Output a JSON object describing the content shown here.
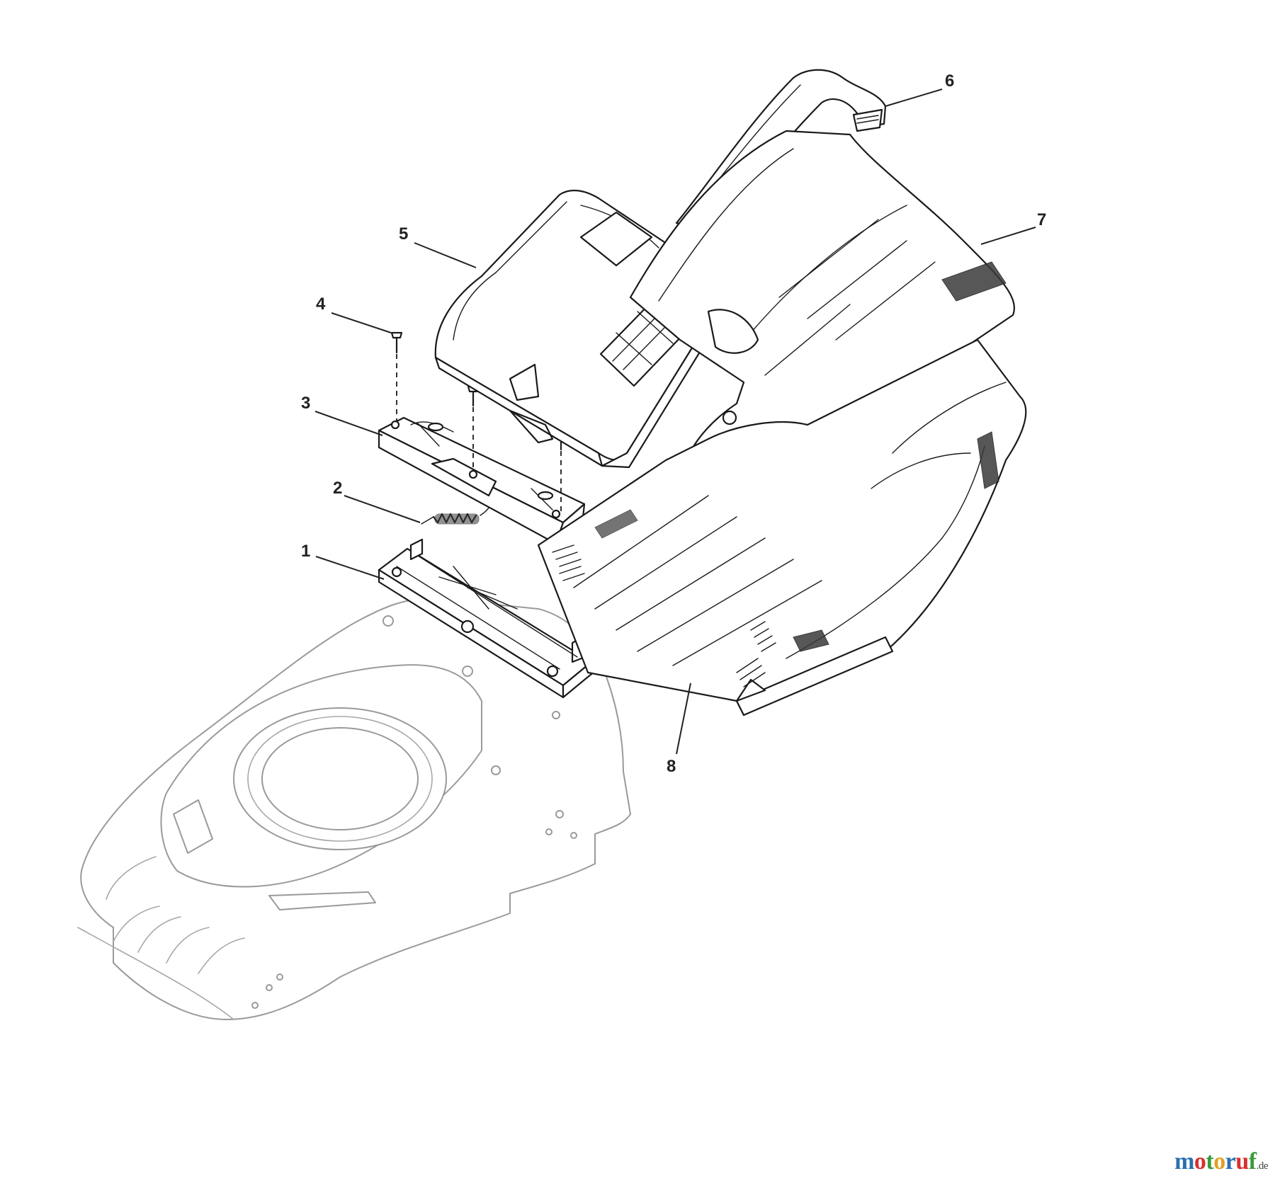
{
  "parts": [
    {
      "id": "1",
      "label": "1"
    },
    {
      "id": "2",
      "label": "2"
    },
    {
      "id": "3",
      "label": "3"
    },
    {
      "id": "4",
      "label": "4"
    },
    {
      "id": "5",
      "label": "5"
    },
    {
      "id": "6",
      "label": "6"
    },
    {
      "id": "7",
      "label": "7"
    },
    {
      "id": "8",
      "label": "8"
    }
  ],
  "watermark": {
    "letters": [
      "m",
      "o",
      "t",
      "o",
      "r",
      "u",
      "f"
    ],
    "letter_colors": [
      "#2a6fb0",
      "#d9302c",
      "#3a9a3a",
      "#e0a020",
      "#2a6fb0",
      "#d9302c",
      "#3a9a3a"
    ],
    "tld": ".de"
  }
}
